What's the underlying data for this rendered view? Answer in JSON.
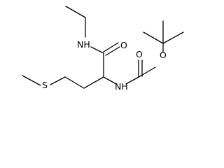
{
  "molecule": {
    "atoms": {
      "amide_nh": "NH",
      "carbonyl_o1": "O",
      "ester_o": "O",
      "carbonyl_o2": "O",
      "sulfur": "S",
      "carbamate_nh": "NH"
    }
  }
}
